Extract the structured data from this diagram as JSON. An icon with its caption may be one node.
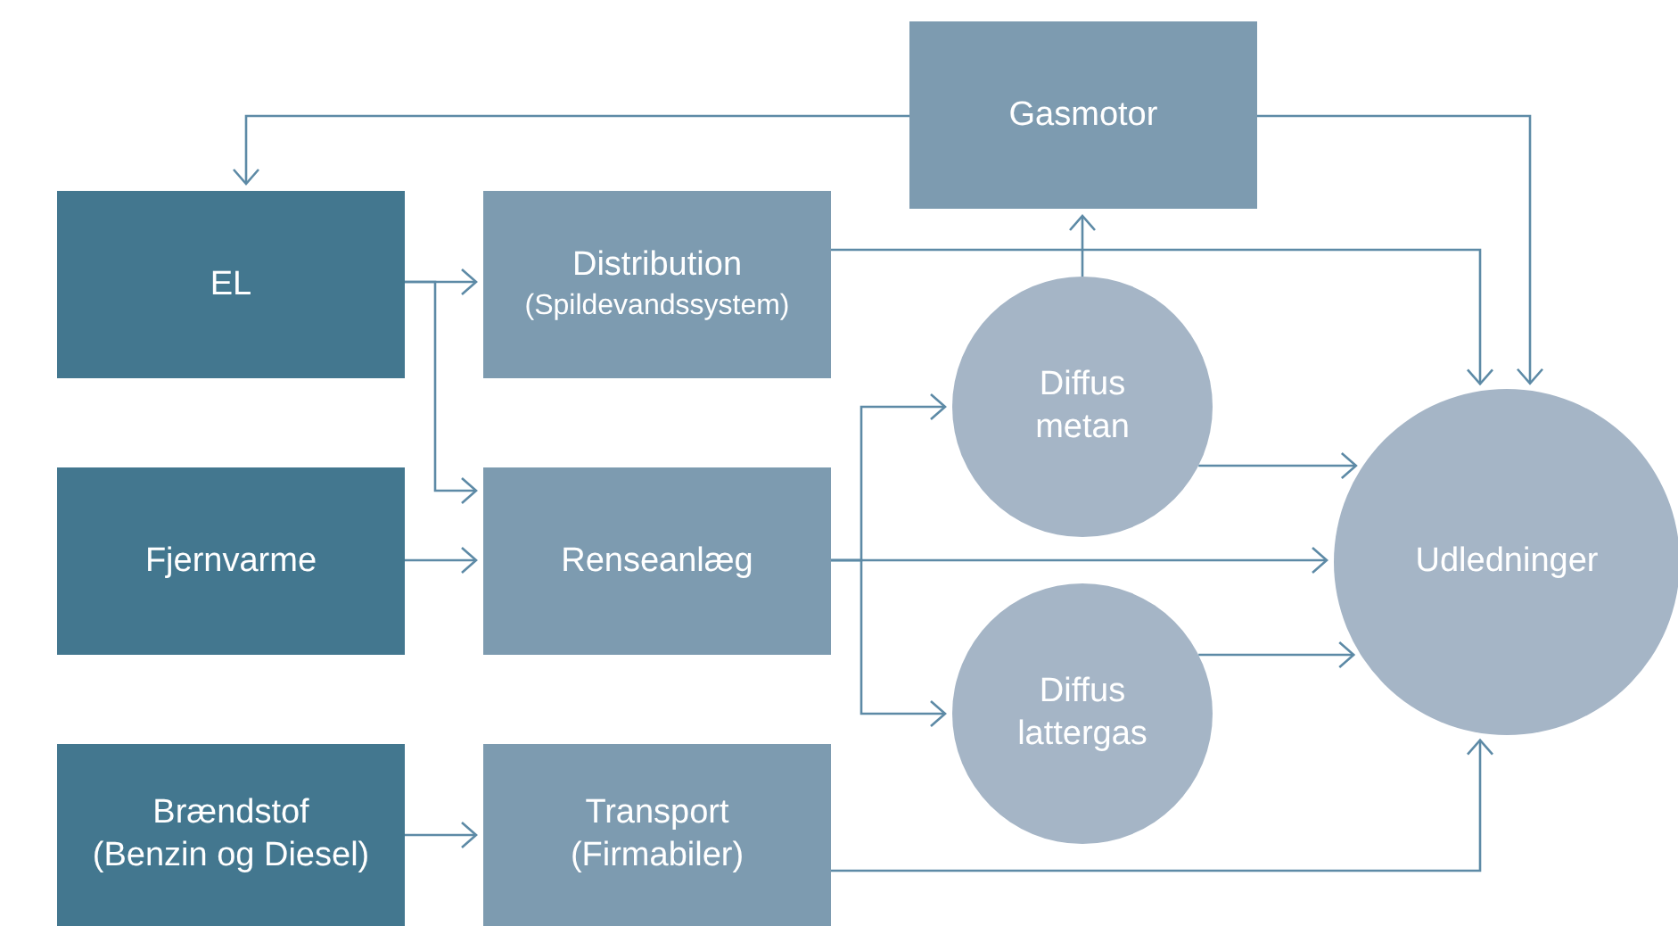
{
  "diagram": {
    "nodes": [
      {
        "text": [
          "Gasmotor"
        ]
      },
      {
        "text": [
          "EL"
        ]
      },
      {
        "text": [
          "Distribution",
          "(Spildevandssystem)"
        ]
      },
      {
        "text": [
          "Fjernvarme"
        ]
      },
      {
        "text": [
          "Renseanlæg"
        ]
      },
      {
        "text": [
          "Brændstof",
          "(Benzin og Diesel)"
        ]
      },
      {
        "text": [
          "Transport",
          "(Firmabiler)"
        ]
      },
      {
        "text": [
          "Diffus metan"
        ]
      },
      {
        "text": [
          "Diffus lattergas"
        ]
      },
      {
        "text": [
          "Udledninger"
        ]
      }
    ],
    "edges": [
      {
        "from": 0,
        "to": 1,
        "arrow": "to"
      },
      {
        "from": 0,
        "to": 9,
        "arrow": "to"
      },
      {
        "from": 2,
        "to": 9,
        "arrow": "to"
      },
      {
        "from": 1,
        "to": 2,
        "arrow": "to"
      },
      {
        "from": 1,
        "to": 4,
        "arrow": "to"
      },
      {
        "from": 3,
        "to": 4,
        "arrow": "to"
      },
      {
        "from": 4,
        "to": 7,
        "arrow": "to"
      },
      {
        "from": 4,
        "to": 8,
        "arrow": "to"
      },
      {
        "from": 4,
        "to": 9,
        "arrow": "to"
      },
      {
        "from": 7,
        "to": 0,
        "arrow": "to"
      },
      {
        "from": 7,
        "to": 9,
        "arrow": "to"
      },
      {
        "from": 8,
        "to": 9,
        "arrow": "to"
      },
      {
        "from": 5,
        "to": 6,
        "arrow": "to"
      },
      {
        "from": 6,
        "to": 9,
        "arrow": "to"
      }
    ]
  }
}
